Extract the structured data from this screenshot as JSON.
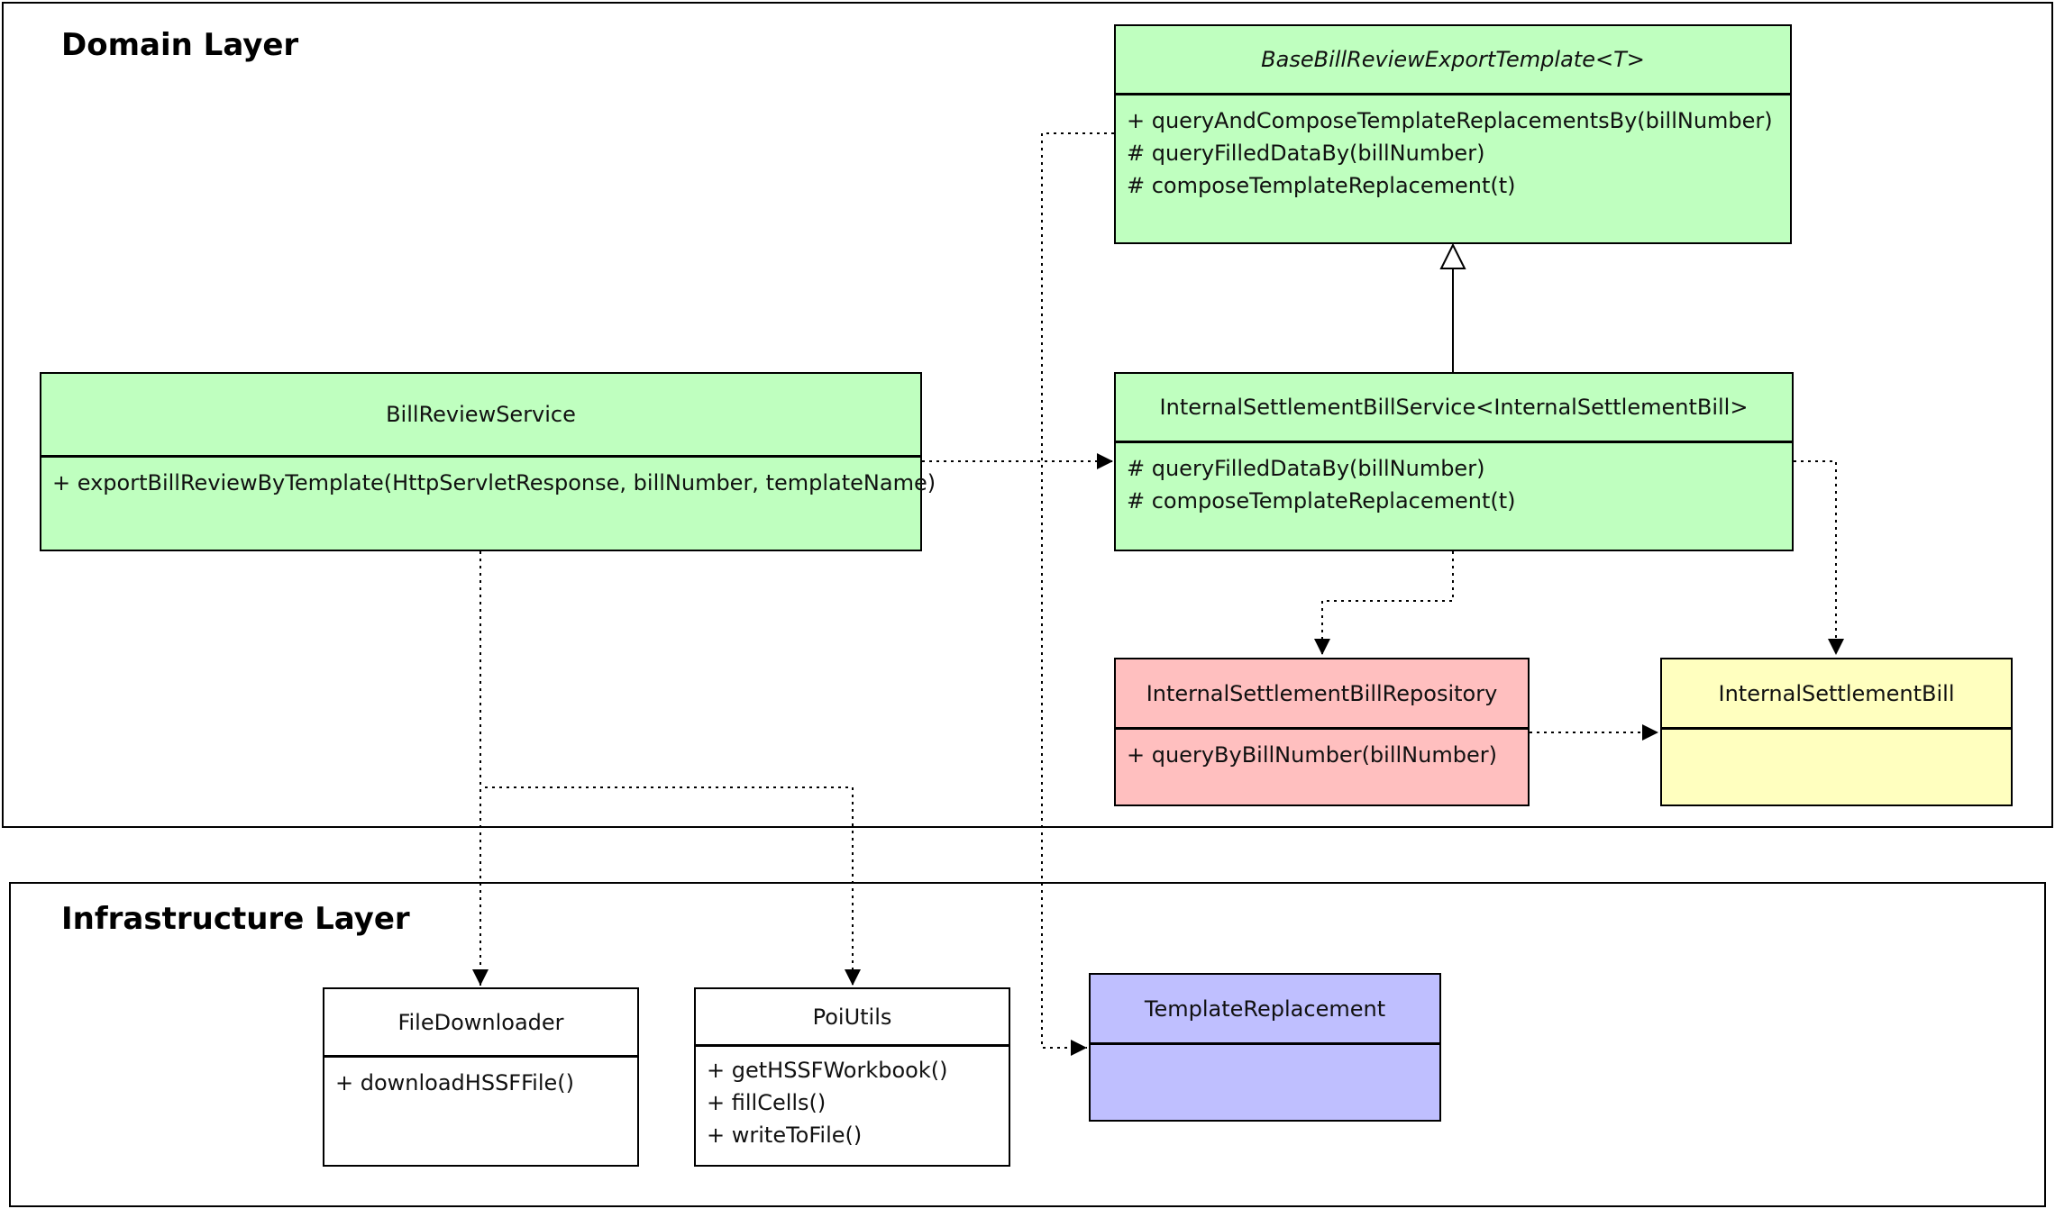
{
  "layers": {
    "domain": {
      "title": "Domain Layer"
    },
    "infrastructure": {
      "title": "Infrastructure Layer"
    }
  },
  "classes": {
    "base_template": {
      "name": "BaseBillReviewExportTemplate<T>",
      "members": [
        "+ queryAndComposeTemplateReplacementsBy(billNumber)",
        "# queryFilledDataBy(billNumber)",
        "# composeTemplateReplacement(t)"
      ],
      "color": "#bfffbf"
    },
    "bill_review_service": {
      "name": "BillReviewService",
      "members": [
        "+ exportBillReviewByTemplate(HttpServletResponse, billNumber, templateName)"
      ],
      "color": "#bfffbf"
    },
    "internal_service": {
      "name": "InternalSettlementBillService<InternalSettlementBill>",
      "members": [
        "# queryFilledDataBy(billNumber)",
        "# composeTemplateReplacement(t)"
      ],
      "color": "#bfffbf"
    },
    "repository": {
      "name": "InternalSettlementBillRepository",
      "members": [
        "+ queryByBillNumber(billNumber)"
      ],
      "color": "#ffbfbf"
    },
    "internal_bill": {
      "name": "InternalSettlementBill",
      "members": [],
      "color": "#ffffbf"
    },
    "file_downloader": {
      "name": "FileDownloader",
      "members": [
        "+ downloadHSSFFile()"
      ],
      "color": "#ffffff"
    },
    "poi_utils": {
      "name": "PoiUtils",
      "members": [
        "+ getHSSFWorkbook()",
        "+ fillCells()",
        "+ writeToFile()"
      ],
      "color": "#ffffff"
    },
    "template_replacement": {
      "name": "TemplateReplacement",
      "members": [],
      "color": "#bfbfff"
    }
  }
}
